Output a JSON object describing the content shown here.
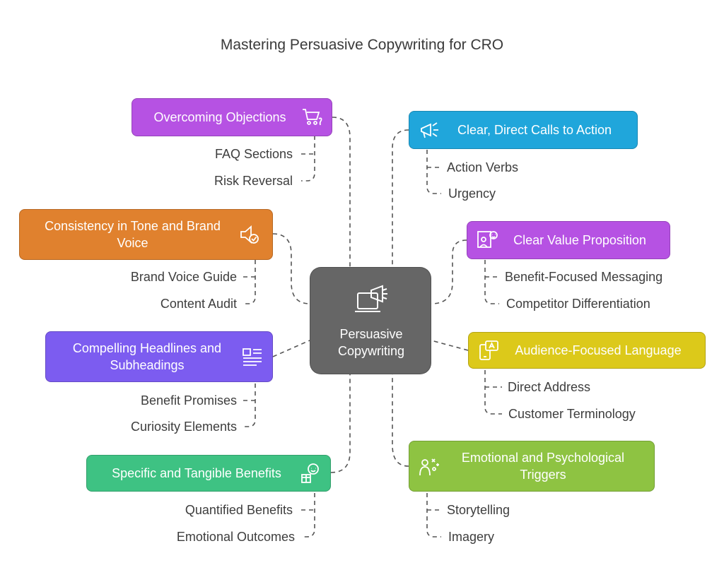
{
  "title": "Mastering Persuasive Copywriting for CRO",
  "center": {
    "label": "Persuasive Copywriting",
    "icon": "laptop-megaphone-icon"
  },
  "colors": {
    "purple": "#b652e3",
    "blue": "#20a6db",
    "orange": "#e0812e",
    "violet": "#7c5cf0",
    "yellow": "#dcc91a",
    "green": "#3ec283",
    "lime": "#8ec342",
    "center": "#666666"
  },
  "branches": {
    "objections": {
      "label": "Overcoming Objections",
      "icon": "cart-question-icon",
      "items": [
        "FAQ Sections",
        "Risk Reversal"
      ]
    },
    "cta": {
      "label": "Clear, Direct Calls to Action",
      "icon": "megaphone-icon",
      "items": [
        "Action Verbs",
        "Urgency"
      ]
    },
    "consistency": {
      "label": "Consistency in Tone and Brand Voice",
      "icon": "speaker-check-icon",
      "items": [
        "Brand Voice Guide",
        "Content Audit"
      ]
    },
    "value": {
      "label": "Clear Value Proposition",
      "icon": "presenter-idea-icon",
      "items": [
        "Benefit-Focused Messaging",
        "Competitor Differentiation"
      ]
    },
    "headlines": {
      "label": "Compelling Headlines and Subheadings",
      "icon": "article-icon",
      "items": [
        "Benefit Promises",
        "Curiosity Elements"
      ]
    },
    "audience": {
      "label": "Audience-Focused Language",
      "icon": "phone-chat-icon",
      "items": [
        "Direct Address",
        "Customer Terminology"
      ]
    },
    "benefits": {
      "label": "Specific and Tangible Benefits",
      "icon": "happy-gift-icon",
      "items": [
        "Quantified Benefits",
        "Emotional Outcomes"
      ]
    },
    "emotional": {
      "label": "Emotional and Psychological Triggers",
      "icon": "person-triggers-icon",
      "items": [
        "Storytelling",
        "Imagery"
      ]
    }
  }
}
